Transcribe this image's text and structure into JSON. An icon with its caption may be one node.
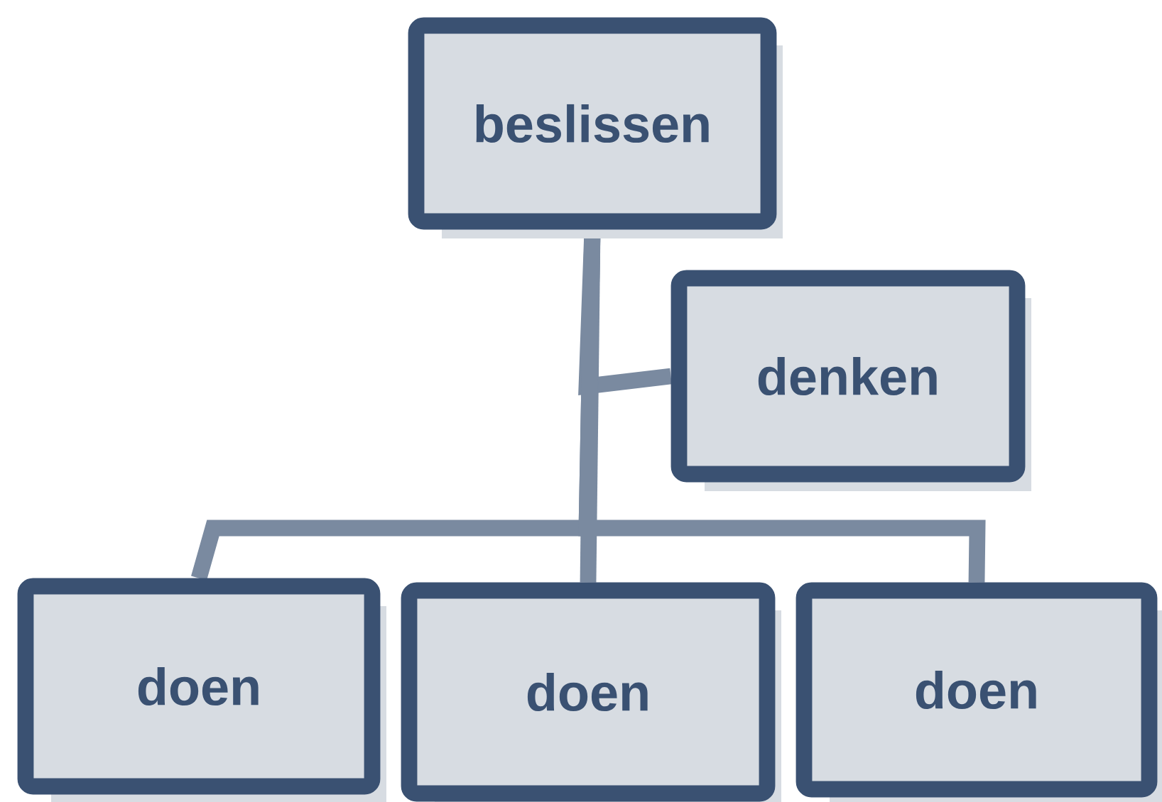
{
  "diagram": {
    "nodes": [
      {
        "text": [
          "beslissen"
        ]
      },
      {
        "text": [
          "denken"
        ]
      },
      {
        "text": [
          "doen"
        ]
      },
      {
        "text": [
          "doen"
        ]
      },
      {
        "text": [
          "doen"
        ]
      }
    ],
    "edges": [
      {
        "from": 0,
        "to": 1,
        "arrow": "none"
      },
      {
        "from": 0,
        "to": 2,
        "arrow": "none"
      },
      {
        "from": 0,
        "to": 3,
        "arrow": "none"
      },
      {
        "from": 0,
        "to": 4,
        "arrow": "none"
      }
    ]
  }
}
